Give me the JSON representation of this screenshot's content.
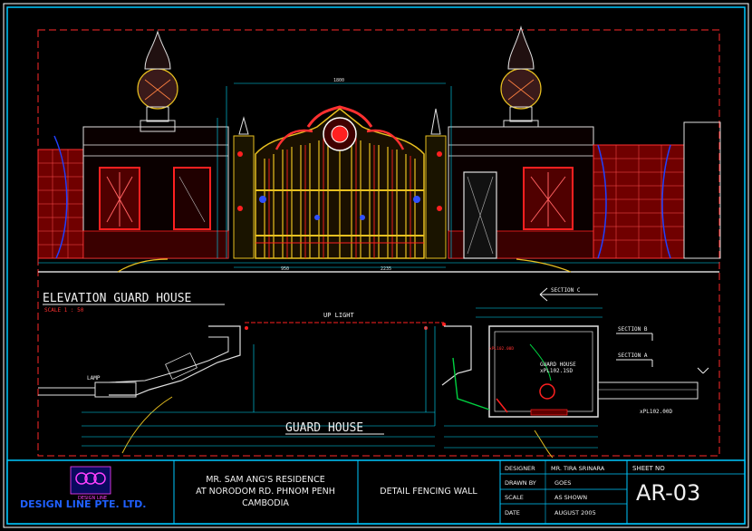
{
  "drawing": {
    "elevation_title": "ELEVATION GUARD HOUSE",
    "elevation_scale": "SCALE 1 : 50",
    "plan_title": "GUARD HOUSE",
    "annotations": {
      "up_light": "UP LIGHT",
      "lamp": "LAMP",
      "section_c": "SECTION C",
      "section_b": "SECTION B",
      "section_a": "SECTION A",
      "guard_house_note": "GUARD HOUSE",
      "guard_house_code": "xPL102.1SD",
      "pl_code_small": "xPL102.00D",
      "pl_code_right": "xPL102.00D"
    }
  },
  "title_block": {
    "company": "DESIGN LINE PTE. LTD.",
    "company_sub": "DESIGN LINE",
    "project_line1": "MR. SAM ANG'S RESIDENCE",
    "project_line2": "AT NORODOM RD. PHNOM PENH",
    "project_line3": "CAMBODIA",
    "drawing_title": "DETAIL FENCING WALL",
    "designer_label": "DESIGNER",
    "designer_value": "MR. TIRA SRINARA",
    "drawn_by_label": "DRAWN BY",
    "drawn_by_value": "GOES",
    "scale_label": "SCALE",
    "scale_value": "AS SHOWN",
    "date_label": "DATE",
    "date_value": "AUGUST 2005",
    "sheet_no_label": "SHEET NO",
    "sheet_no": "AR-03"
  },
  "colors": {
    "background": "#000000",
    "border": "#00c8ff",
    "inner_border": "#ff2a2a",
    "wall_red": "#d00000",
    "gate_gold": "#e8c020",
    "dimension": "#00e0ff",
    "text_white": "#f0f0f0",
    "text_yellow": "#ffff40",
    "accent_green": "#00d040",
    "accent_blue": "#2040ff"
  }
}
